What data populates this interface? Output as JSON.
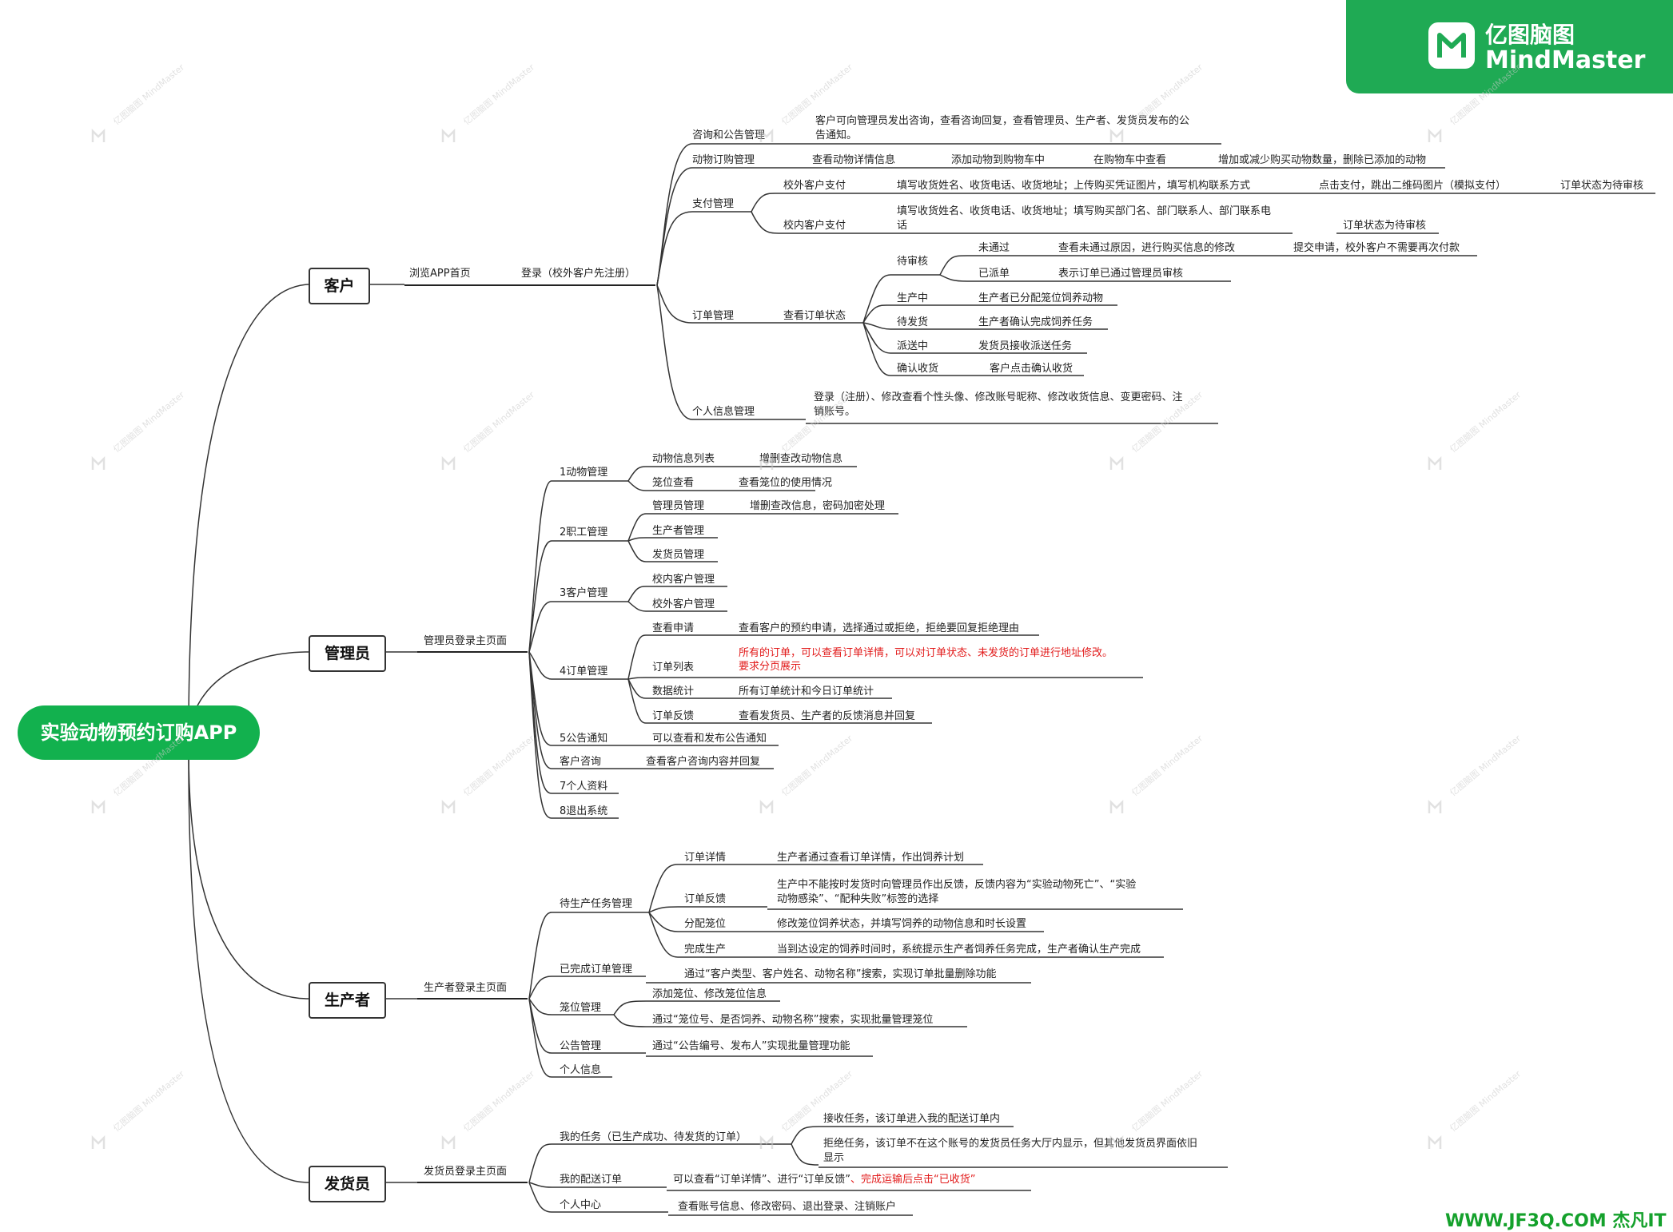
{
  "badge": {
    "name_cn": "亿图脑图",
    "name_en": "MindMaster"
  },
  "watermark": {
    "line1": "亿图脑图",
    "line2": "MindMaster"
  },
  "footer": "WWW.JF3Q.COM 杰凡IT",
  "root": "实验动物预约订购APP",
  "customer": {
    "title": "客户",
    "browse": "浏览APP首页",
    "login": "登录（校外客户先注册）",
    "consult": {
      "label": "咨询和公告管理",
      "detail_line1": "客户可向管理员发出咨询，查看咨询回复，查看管理员、生产者、发货员发布的公",
      "detail_line2": "告通知。"
    },
    "order_buy": {
      "label": "动物订购管理",
      "s1": "查看动物详情信息",
      "s2": "添加动物到购物车中",
      "s3": "在购物车中查看",
      "s4": "增加或减少购买动物数量，删除已添加的动物"
    },
    "pay": {
      "label": "支付管理",
      "outside": {
        "label": "校外客户支付",
        "fill": "填写收货姓名、收货电话、收货地址；上传购买凭证图片，填写机构联系方式",
        "qr": "点击支付，跳出二维码图片（模拟支付）",
        "status": "订单状态为待审核"
      },
      "inside": {
        "label": "校内客户支付",
        "fill_line1": "填写收货姓名、收货电话、收货地址；填写购买部门名、部门联系人、部门联系电",
        "fill_line2": "话",
        "status": "订单状态为待审核"
      }
    },
    "order_mgmt": {
      "label": "订单管理",
      "view": "查看订单状态",
      "pending": {
        "label": "待审核",
        "fail": "未通过",
        "fail_detail": "查看未通过原因，进行购买信息的修改",
        "fail_next": "提交申请，校外客户不需要再次付款",
        "dispatched": "已派单",
        "dispatched_detail": "表示订单已通过管理员审核"
      },
      "producing": "生产中",
      "producing_detail": "生产者已分配笼位饲养动物",
      "to_ship": "待发货",
      "to_ship_detail": "生产者确认完成饲养任务",
      "shipping": "派送中",
      "shipping_detail": "发货员接收派送任务",
      "confirm": "确认收货",
      "confirm_detail": "客户点击确认收货"
    },
    "profile": {
      "label": "个人信息管理",
      "detail_line1": "登录（注册）、修改查看个性头像、修改账号昵称、修改收货信息、变更密码、注",
      "detail_line2": "销账号。"
    }
  },
  "admin": {
    "title": "管理员",
    "login": "管理员登录主页面",
    "animal": {
      "label": "1动物管理",
      "list": "动物信息列表",
      "list_detail": "增删查改动物信息",
      "cage": "笼位查看",
      "cage_detail": "查看笼位的使用情况"
    },
    "staff": {
      "label": "2职工管理",
      "admin": "管理员管理",
      "admin_detail": "增删查改信息，密码加密处理",
      "producer": "生产者管理",
      "shipper": "发货员管理"
    },
    "client": {
      "label": "3客户管理",
      "inside": "校内客户管理",
      "outside": "校外客户管理"
    },
    "order": {
      "label": "4订单管理",
      "apply": "查看申请",
      "apply_detail": "查看客户的预约申请，选择通过或拒绝，拒绝要回复拒绝理由",
      "list": "订单列表",
      "list_line1": "所有的订单，可以查看订单详情，可以对订单状态、未发货的订单进行地址修改。",
      "list_line2": "要求分页展示",
      "stats": "数据统计",
      "stats_detail": "所有订单统计和今日订单统计",
      "feedback": "订单反馈",
      "feedback_detail": "查看发货员、生产者的反馈消息并回复"
    },
    "notice": {
      "label": "5公告通知",
      "detail": "可以查看和发布公告通知"
    },
    "consult": {
      "label": "客户咨询",
      "detail": "查看客户咨询内容并回复"
    },
    "profile": "7个人资料",
    "logout": "8退出系统"
  },
  "producer": {
    "title": "生产者",
    "login": "生产者登录主页面",
    "task": {
      "label": "待生产任务管理",
      "detail": "订单详情",
      "detail_text": "生产者通过查看订单详情，作出饲养计划",
      "feedback": "订单反馈",
      "feedback_line1": "生产中不能按时发货时向管理员作出反馈，反馈内容为“实验动物死亡”、“实验",
      "feedback_line2": "动物感染”、“配种失败”标签的选择",
      "assign": "分配笼位",
      "assign_text": "修改笼位饲养状态，并填写饲养的动物信息和时长设置",
      "done": "完成生产",
      "done_text": "当到达设定的饲养时间时，系统提示生产者饲养任务完成，生产者确认生产完成"
    },
    "completed": {
      "label": "已完成订单管理",
      "detail": "通过“客户类型、客户姓名、动物名称”搜索，实现订单批量删除功能"
    },
    "cage": {
      "label": "笼位管理",
      "d1": "添加笼位、修改笼位信息",
      "d2": "通过“笼位号、是否饲养、动物名称”搜索，实现批量管理笼位"
    },
    "notice": {
      "label": "公告管理",
      "detail": "通过“公告编号、发布人”实现批量管理功能"
    },
    "profile": "个人信息"
  },
  "shipper": {
    "title": "发货员",
    "login": "发货员登录主页面",
    "task": {
      "label": "我的任务（已生产成功、待发货的订单）",
      "accept": "接收任务，该订单进入我的配送订单内",
      "reject_line1": "拒绝任务，该订单不在这个账号的发货员任务大厅内显示，但其他发货员界面依旧",
      "reject_line2": "显示"
    },
    "delivery": {
      "label": "我的配送订单",
      "detail_normal": "可以查看“订单详情”、进行“订单反馈”",
      "detail_red": "、完成运输后点击“已收货”"
    },
    "center": {
      "label": "个人中心",
      "detail": "查看账号信息、修改密码、退出登录、注销账户"
    }
  },
  "colors": {
    "root": "#12b14e",
    "badge": "#1faa54",
    "line": "#333333",
    "highlight": "#e21b1b",
    "footer": "#15a12c"
  }
}
